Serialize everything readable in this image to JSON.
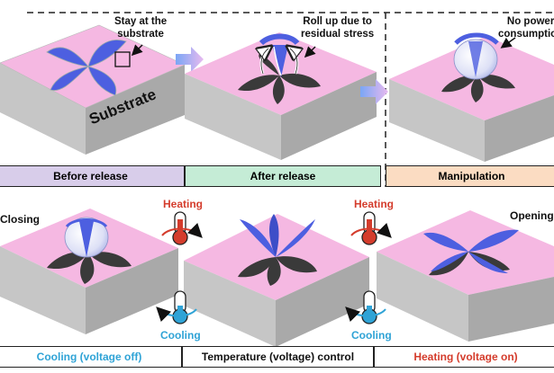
{
  "top": {
    "annotations": {
      "stay": "Stay at the\nsubstrate",
      "roll": "Roll up due to\nresidual stress",
      "no_power": "No power\nconsumption",
      "substrate": "Substrate"
    },
    "bands": {
      "before": "Before release",
      "after": "After release",
      "manipulation": "Manipulation"
    }
  },
  "bottom": {
    "states": {
      "closing": "Closing",
      "opening": "Opening"
    },
    "heating1": "Heating",
    "heating2": "Heating",
    "cooling1": "Cooling",
    "cooling2": "Cooling",
    "bands": {
      "cooling": "Cooling (voltage off)",
      "temperature": "Temperature (voltage) control",
      "heating": "Heating (voltage on)"
    }
  },
  "colors": {
    "substrate_top": "#f5b8e2",
    "substrate_left": "#c4c4c4",
    "substrate_right": "#a8a8a8",
    "petal_blue": "#4d5fe0",
    "petal_dark": "#3a3a3a",
    "band_purple": "#d8cdea",
    "band_green": "#c5ecd6",
    "band_orange": "#fbdcc2",
    "heating_red": "#d43c2c",
    "cooling_blue": "#2fa3d6"
  }
}
